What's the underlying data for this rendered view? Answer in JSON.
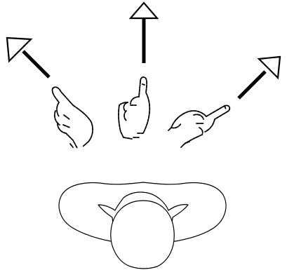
{
  "figure": {
    "background": "#ffffff",
    "stroke_color": "#000000",
    "directions": [
      "up-left",
      "up",
      "up-right"
    ],
    "icons": [
      "arrow-up-left-icon",
      "arrow-up-icon",
      "arrow-up-right-icon",
      "hand-pointing-left-icon",
      "hand-pointing-up-icon",
      "hand-pointing-right-icon",
      "person-top-view-icon"
    ]
  }
}
